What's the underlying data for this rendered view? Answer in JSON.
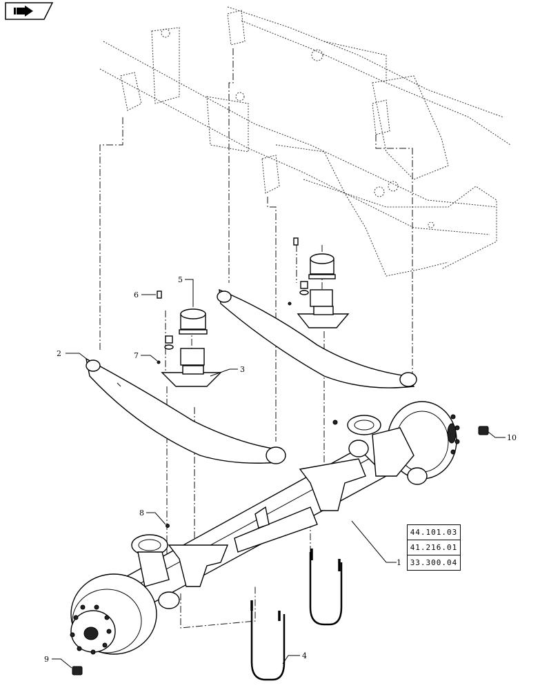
{
  "callouts": [
    "1",
    "2",
    "3",
    "4",
    "5",
    "6",
    "7",
    "8",
    "9",
    "10"
  ],
  "reference_codes": [
    "44.101.03",
    "41.216.01",
    "33.300.04"
  ],
  "icons": {
    "nav": "back-arrow-icon"
  }
}
